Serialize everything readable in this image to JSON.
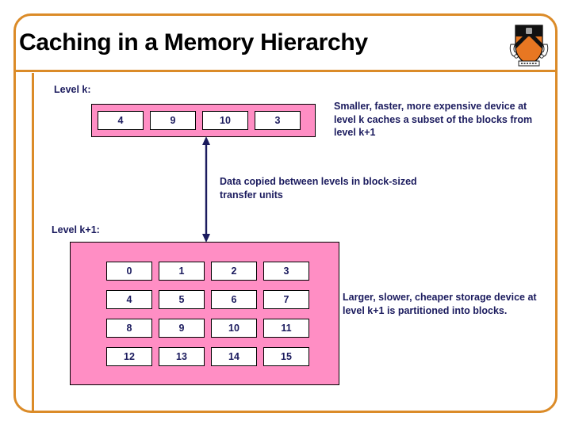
{
  "slide": {
    "title": "Caching in a Memory Hierarchy",
    "logo_icon": "princeton-shield-crest-icon",
    "frame_color": "#db8b28",
    "text_color": "#1b1b5e",
    "block_color": "#ff8ec4",
    "title_color": "#000000"
  },
  "level_k": {
    "label": "Level k:",
    "cells": [
      "4",
      "9",
      "10",
      "3"
    ],
    "callout": "Smaller, faster, more expensive device at level k caches a subset of the blocks from level k+1"
  },
  "transfer": {
    "arrow_icon": "double-headed-vertical-arrow-icon",
    "callout": "Data copied between levels in block-sized transfer units"
  },
  "level_k_plus_1": {
    "label": "Level k+1:",
    "cells": [
      [
        "0",
        "1",
        "2",
        "3"
      ],
      [
        "4",
        "5",
        "6",
        "7"
      ],
      [
        "8",
        "9",
        "10",
        "11"
      ],
      [
        "12",
        "13",
        "14",
        "15"
      ]
    ],
    "callout": "Larger, slower, cheaper storage device at level k+1 is partitioned into blocks."
  }
}
